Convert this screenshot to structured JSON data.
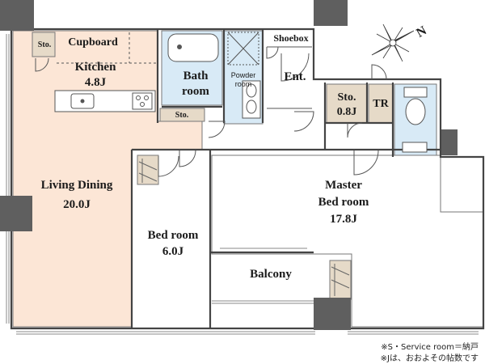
{
  "rooms": {
    "kitchen": {
      "name": "Kitchen",
      "size": "4.8J"
    },
    "cupboard": "Cupboard",
    "sto_kitchen": "Sto.",
    "bath": {
      "line1": "Bath",
      "line2": "room"
    },
    "powder": {
      "line1": "Powder",
      "line2": "room"
    },
    "shoebox": "Shoebox",
    "entrance": "Ent.",
    "sto_hall": {
      "name": "Sto.",
      "size": "0.8J"
    },
    "tr": "TR",
    "sto_corridor": "Sto.",
    "living": {
      "name": "Living Dining",
      "size": "20.0J"
    },
    "bedroom": {
      "name": "Bed room",
      "size": "6.0J"
    },
    "master": {
      "line1": "Master",
      "line2": "Bed room",
      "size": "17.8J"
    },
    "balcony": "Balcony"
  },
  "compass_label": "N",
  "notes": {
    "line1": "※S・Service room＝納戸",
    "line2": "※Jは、おおよその帖数です"
  },
  "colors": {
    "living_floor": "#fce6d6",
    "wet_area": "#d8eaf6",
    "storage": "#e6dac8",
    "wall": "#5f5f5f",
    "line": "#444444"
  }
}
